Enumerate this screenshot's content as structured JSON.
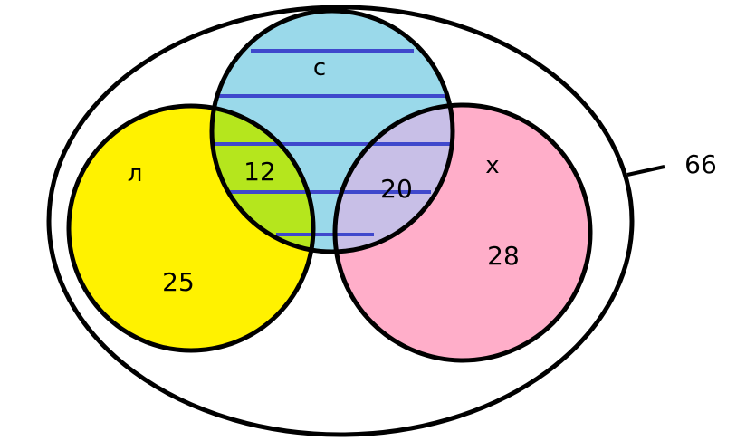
{
  "diagram": {
    "type": "venn",
    "universe": {
      "value": "66"
    },
    "sets": [
      {
        "id": "s",
        "name": "с",
        "fill": "#9ad9ea"
      },
      {
        "id": "l",
        "name": "л",
        "fill": "#fff200"
      },
      {
        "id": "x",
        "name": "х",
        "fill": "#ffaec9"
      }
    ],
    "regions": {
      "l_only": "25",
      "x_only": "28",
      "s_and_l": "12",
      "s_and_x": "20"
    },
    "overlap_colors": {
      "s_and_l": "#b5e61d",
      "s_and_x": "#c8bfe7"
    },
    "stripe_color": "#3f48cc",
    "outline_color": "#000000"
  }
}
